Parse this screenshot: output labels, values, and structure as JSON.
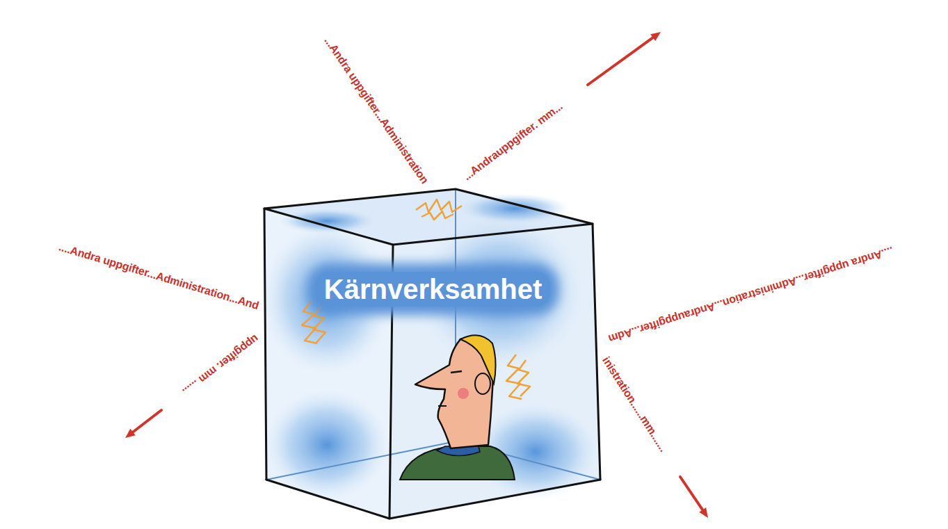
{
  "diagram": {
    "nodes": [
      {
        "text": [
          "Kärnverksamhet"
        ]
      }
    ],
    "labels": [
      "...Andra uppgifter...Administration",
      "...Andrauppgifter. mm...",
      "....Andra uppgifter...Administration...And",
      "uppgifter. mm ......",
      "....Andra uppgifter...Administration...Andrauppgifter...Adm",
      "inistration......mm......."
    ]
  }
}
